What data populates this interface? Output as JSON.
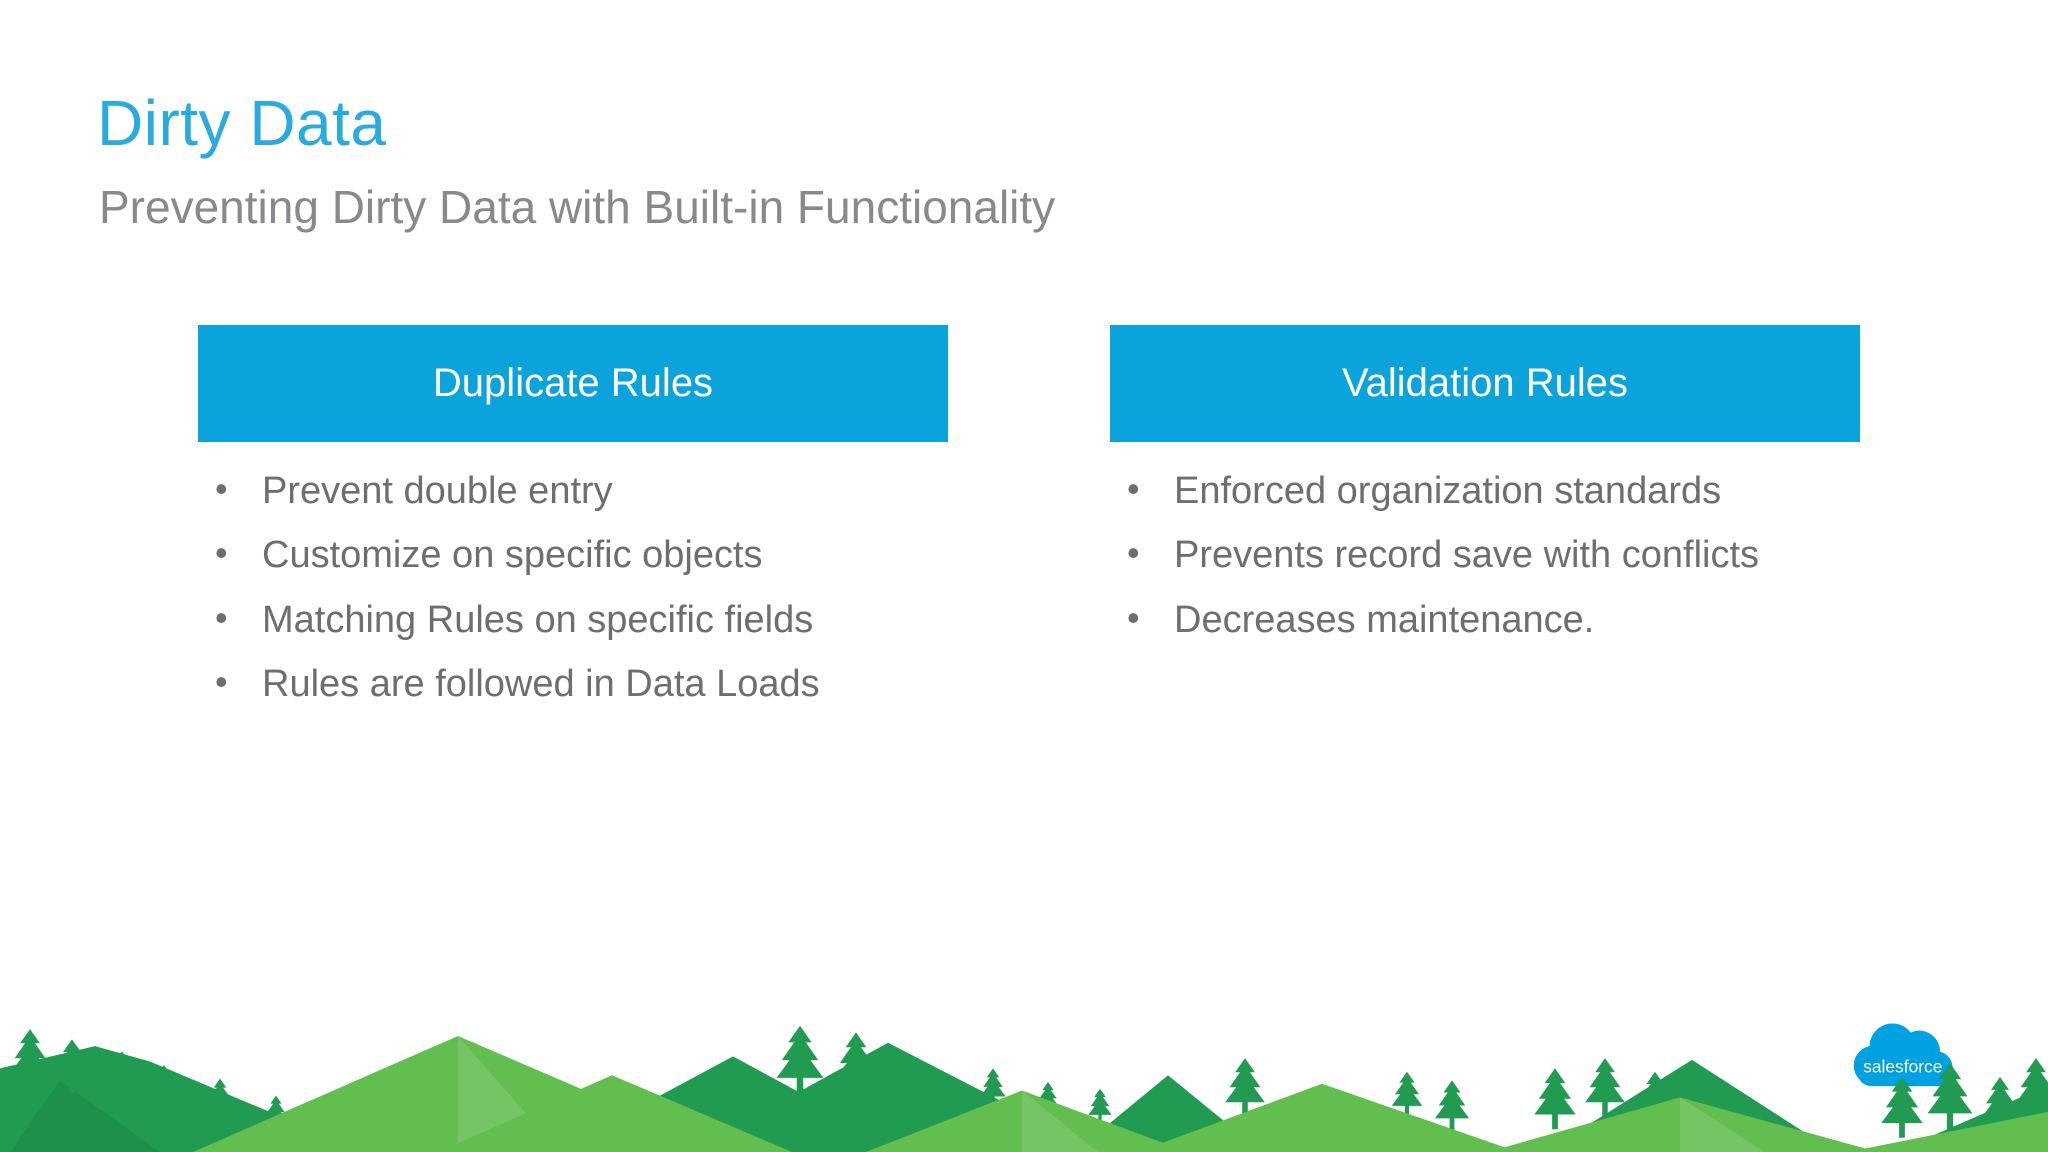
{
  "slide": {
    "title": "Dirty Data",
    "subtitle": "Preventing Dirty Data with Built-in Functionality"
  },
  "columns": [
    {
      "header": "Duplicate Rules",
      "items": [
        "Prevent double entry",
        "Customize on specific objects",
        "Matching Rules on specific fields",
        "Rules are followed in Data Loads"
      ]
    },
    {
      "header": "Validation Rules",
      "items": [
        "Enforced organization standards",
        "Prevents record save with conflicts",
        "Decreases maintenance."
      ]
    }
  ],
  "footer": {
    "logo_text": "salesforce",
    "logo_icon": "salesforce-cloud-logo"
  },
  "colors": {
    "title_blue": "#29ABE2",
    "header_box_blue": "#0AA3DC",
    "subtitle_gray": "#87898C",
    "body_gray": "#6D6E71",
    "mountain_dark_green": "#219B51",
    "mountain_light_green": "#62BE4F",
    "logo_blue": "#00A1E0"
  }
}
